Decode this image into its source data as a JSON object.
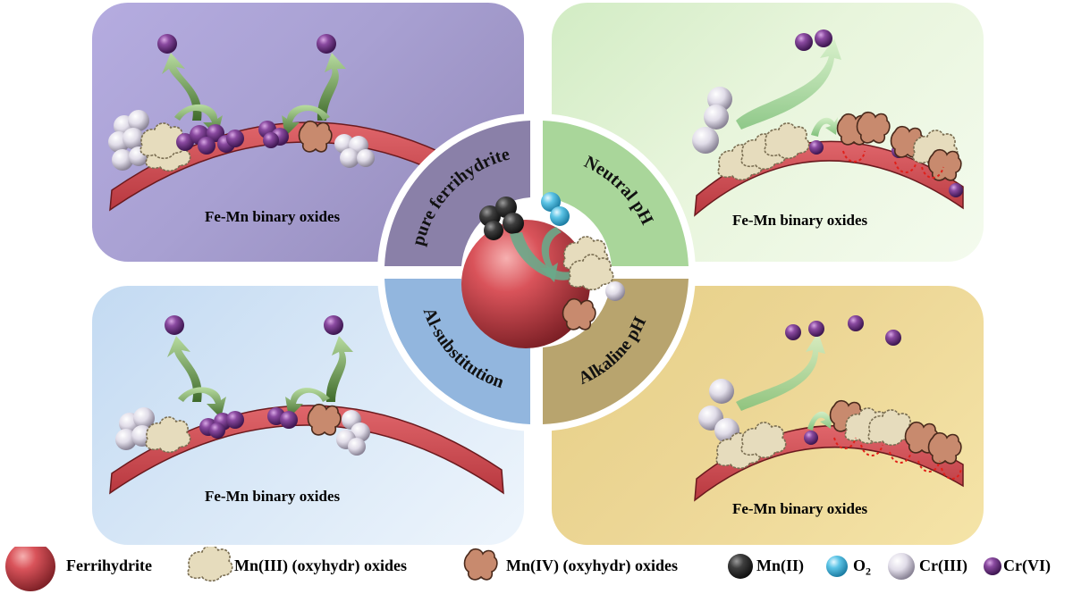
{
  "panels": {
    "top_left": {
      "surface_label": "Fe-Mn binary oxides"
    },
    "top_right": {
      "surface_label": "Fe-Mn binary oxides"
    },
    "bottom_left": {
      "surface_label": "Fe-Mn binary oxides"
    },
    "bottom_right": {
      "surface_label": "Fe-Mn binary oxides"
    }
  },
  "ring_labels": {
    "pure_ferrihydrite": "pure ferrihydrite",
    "neutral_ph": "Neutral pH",
    "al_substitution": "Al-substitution",
    "alkaline_ph": "Alkaline pH"
  },
  "legend": {
    "ferrihydrite": "Ferrihydrite",
    "mn3": "Mn(III) (oxyhydr) oxides",
    "mn4": "Mn(IV) (oxyhydr) oxides",
    "mn2": "Mn(II)",
    "o2_base": "O",
    "o2_sub": "2",
    "cr3": "Cr(III)",
    "cr6": "Cr(VI)"
  },
  "colors": {
    "ferrihydrite": "#d9535a",
    "mn3": "#e6dcbd",
    "mn4": "#c88a6e",
    "mn2": "#3a3a3a",
    "o2": "#5cc4e6",
    "cr3": "#e4e0ea",
    "cr6": "#7a3e8c",
    "pure_ferrihydrite_ring": "#8a80a8",
    "neutral_ph_ring": "#a9d69a",
    "al_substitution_ring": "#92b6de",
    "alkaline_ph_ring": "#b8a46e"
  }
}
